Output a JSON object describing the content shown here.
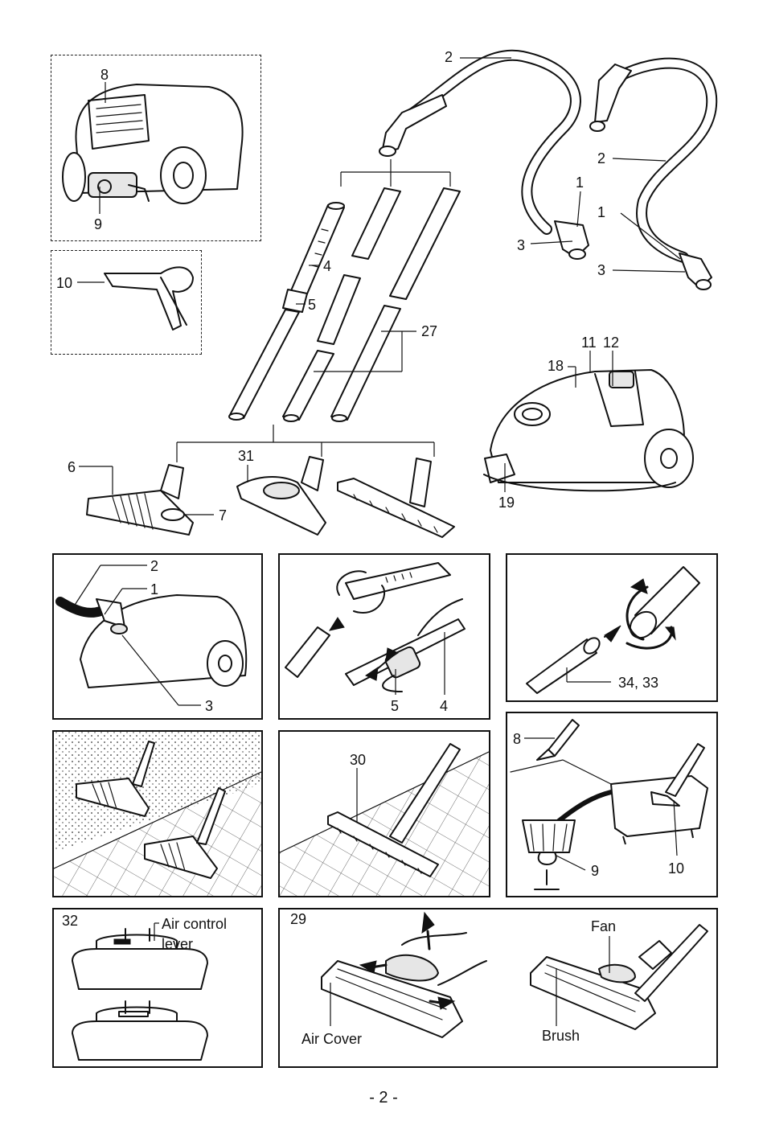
{
  "parts": {
    "body_top_view": {
      "top_label": "8",
      "bottom_label": "9"
    },
    "crevice_tool": {
      "label": "10"
    },
    "hose_left": {
      "hose_label": "2",
      "handle_label": "1",
      "ring_label": "3"
    },
    "hose_right": {
      "hose_label": "2",
      "handle_label": "1",
      "ring_label": "3"
    },
    "tubes": {
      "telescopic_label": "4",
      "clamp_label": "5",
      "extension_label": "27"
    },
    "cleaner_side": {
      "label_a": "18",
      "label_b": "11",
      "label_c": "12",
      "label_d": "19"
    },
    "nozzles": {
      "carpet_label": "6",
      "pedal_label": "7",
      "turbo_label": "31"
    }
  },
  "steps": {
    "connect_hose": {
      "hose_label": "2",
      "handle_label": "1",
      "ring_label": "3"
    },
    "attach_tube": {
      "clamp_label": "5",
      "tube_label": "4"
    },
    "twist_tube": {
      "label": "34, 33"
    },
    "floor_nozzle": {},
    "parquet": {
      "label": "30"
    },
    "furniture": {
      "crevice_label": "8",
      "dust_brush_label": "9",
      "upholstery_label": "10"
    },
    "air_control": {
      "number": "32",
      "caption_line1": "Air control",
      "caption_line2": "lever"
    },
    "turbo_maintenance": {
      "number": "29",
      "fan_label": "Fan",
      "brush_label": "Brush",
      "cover_label": "Air Cover"
    }
  },
  "footer": {
    "page_number": "- 2 -"
  }
}
